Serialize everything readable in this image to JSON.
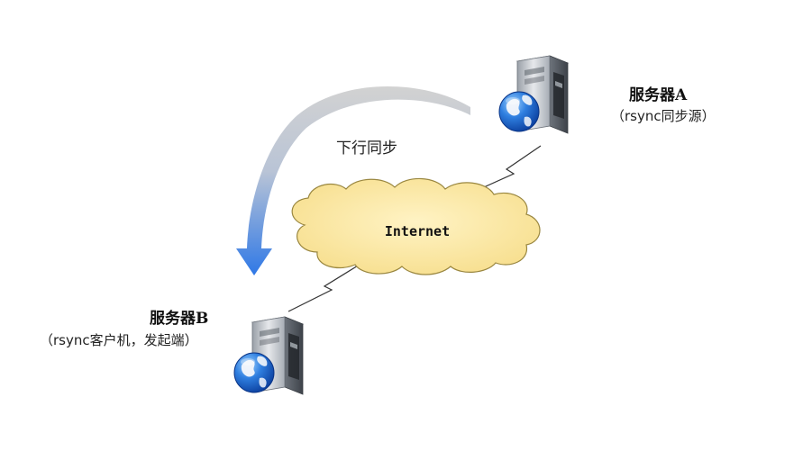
{
  "server_a": {
    "name": "服务器A",
    "role": "（rsync同步源）",
    "icon": "server-globe-icon"
  },
  "server_b": {
    "name": "服务器B",
    "role": "（rsync客户机，发起端）",
    "icon": "server-globe-icon"
  },
  "network": {
    "label": "Internet",
    "fill_color": "#fbe8a6",
    "stroke_color": "#8a7a3a"
  },
  "sync_arrow": {
    "label": "下行同步",
    "start_color": "#c8c8c8",
    "end_color": "#3a7ee0"
  }
}
